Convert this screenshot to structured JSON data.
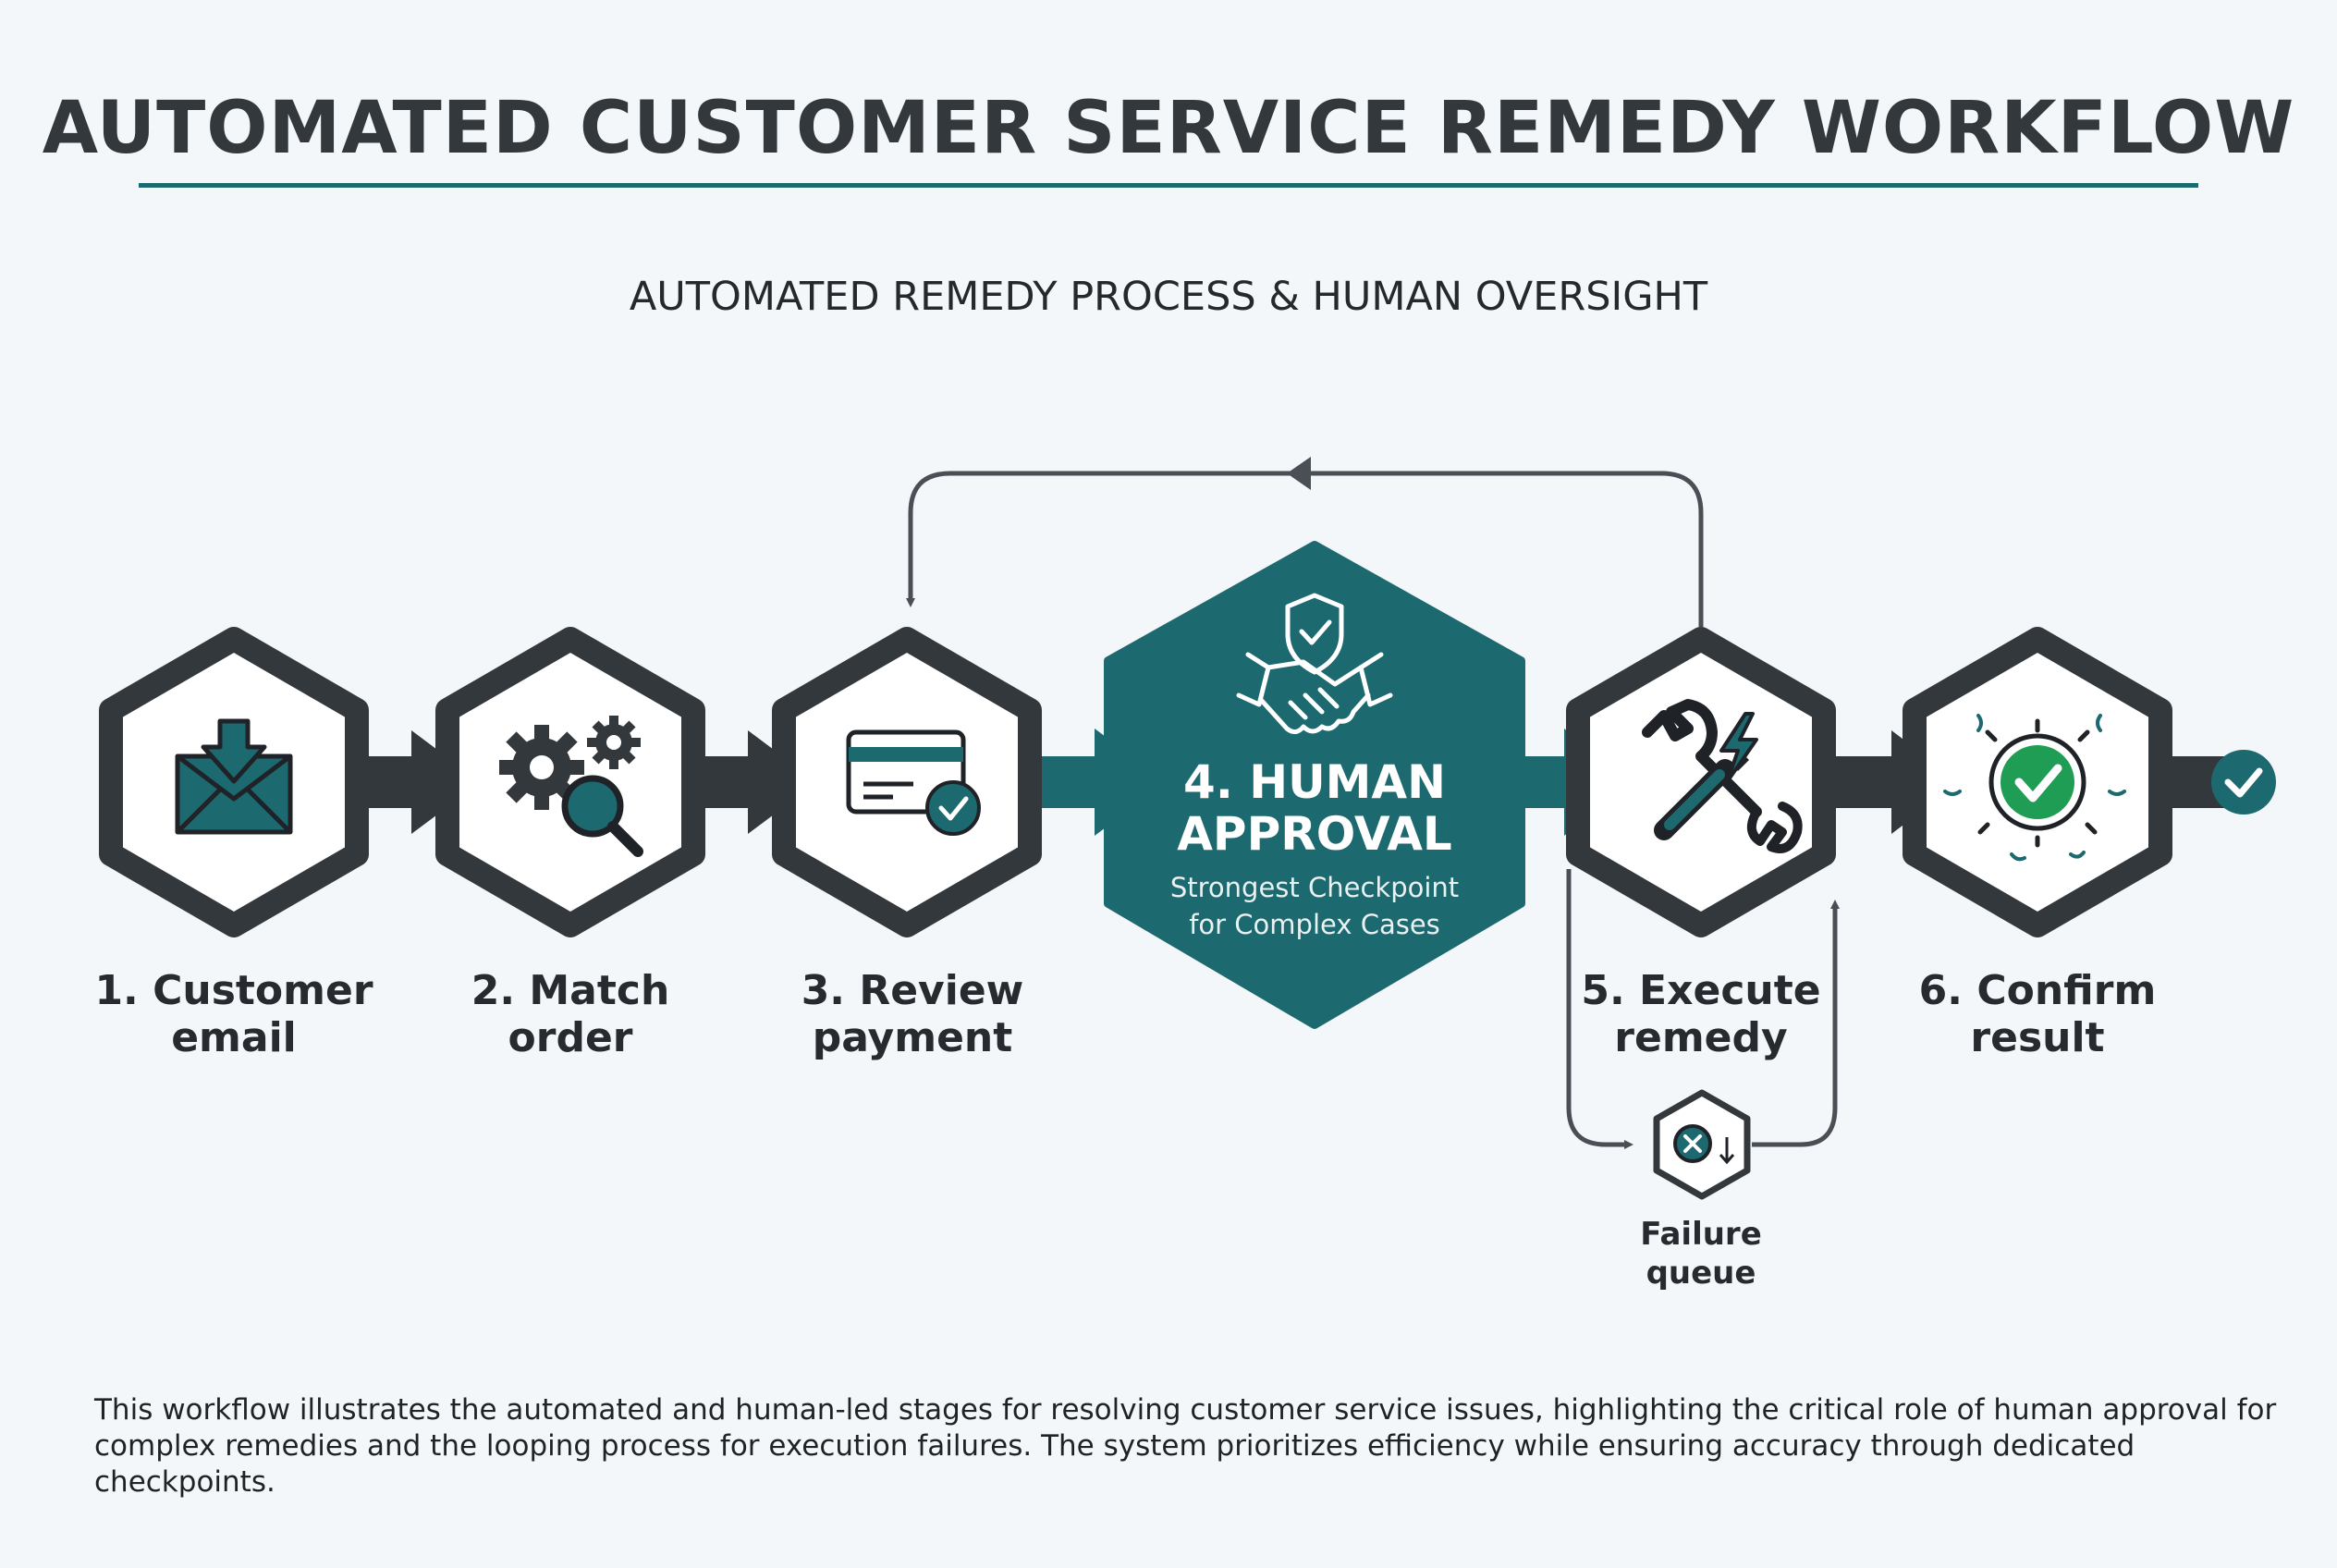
{
  "title": "AUTOMATED CUSTOMER SERVICE REMEDY WORKFLOW",
  "subtitle": "AUTOMATED REMEDY PROCESS & HUMAN OVERSIGHT",
  "steps": [
    {
      "line1": "1. Customer",
      "line2": "email",
      "icon": "envelope-download-icon"
    },
    {
      "line1": "2. Match",
      "line2": "order",
      "icon": "gears-magnifier-icon"
    },
    {
      "line1": "3. Review",
      "line2": "payment",
      "icon": "card-check-icon"
    },
    {
      "line1": "4. HUMAN",
      "line2": "APPROVAL",
      "sub1": "Strongest Checkpoint",
      "sub2": "for Complex Cases",
      "icon": "shield-handshake-icon"
    },
    {
      "line1": "5. Execute",
      "line2": "remedy",
      "icon": "wrench-screwdriver-icon"
    },
    {
      "line1": "6. Confirm",
      "line2": "result",
      "icon": "success-check-icon"
    }
  ],
  "failure_queue": {
    "line1": "Failure",
    "line2": "queue",
    "icon": "failure-x-icon"
  },
  "footer": {
    "line1": "This workflow illustrates the automated and human-led stages for resolving customer service issues, highlighting the critical role of human approval for",
    "line2": "complex remedies and the looping process for execution failures. The system prioritizes efficiency while ensuring accuracy through dedicated checkpoints."
  },
  "colors": {
    "teal": "#1d6970",
    "dark": "#33383d",
    "background": "#f4f7f9",
    "green": "#1f9d54"
  }
}
